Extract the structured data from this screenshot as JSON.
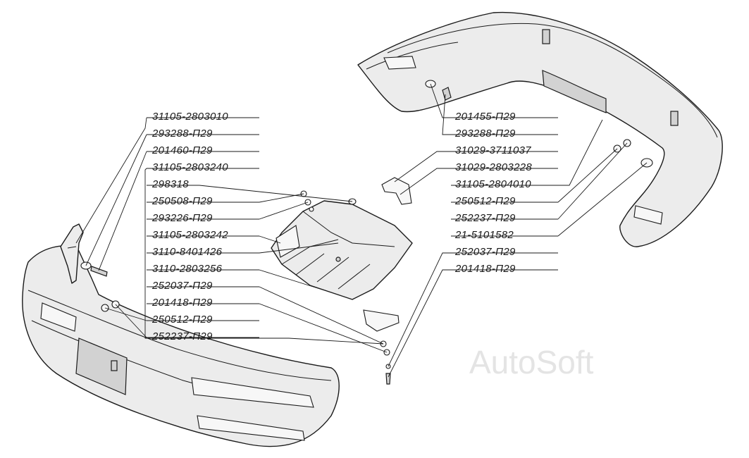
{
  "labels_left": [
    "31105-2803010",
    "293288-П29",
    "201460-П29",
    "31105-2803240",
    "298318",
    "250508-П29",
    "293226-П29",
    "31105-2803242",
    "3110-8401426",
    "3110-2803256",
    "252037-П29",
    "201418-П29",
    "250512-П29",
    "252237-П29"
  ],
  "labels_right": [
    "201455-П29",
    "293288-П29",
    "31029-3711037",
    "31029-2803228",
    "31105-2804010",
    "250512-П29",
    "252237-П29",
    "21-5101582",
    "252037-П29",
    "201418-П29"
  ],
  "watermark": "AutoSoft"
}
